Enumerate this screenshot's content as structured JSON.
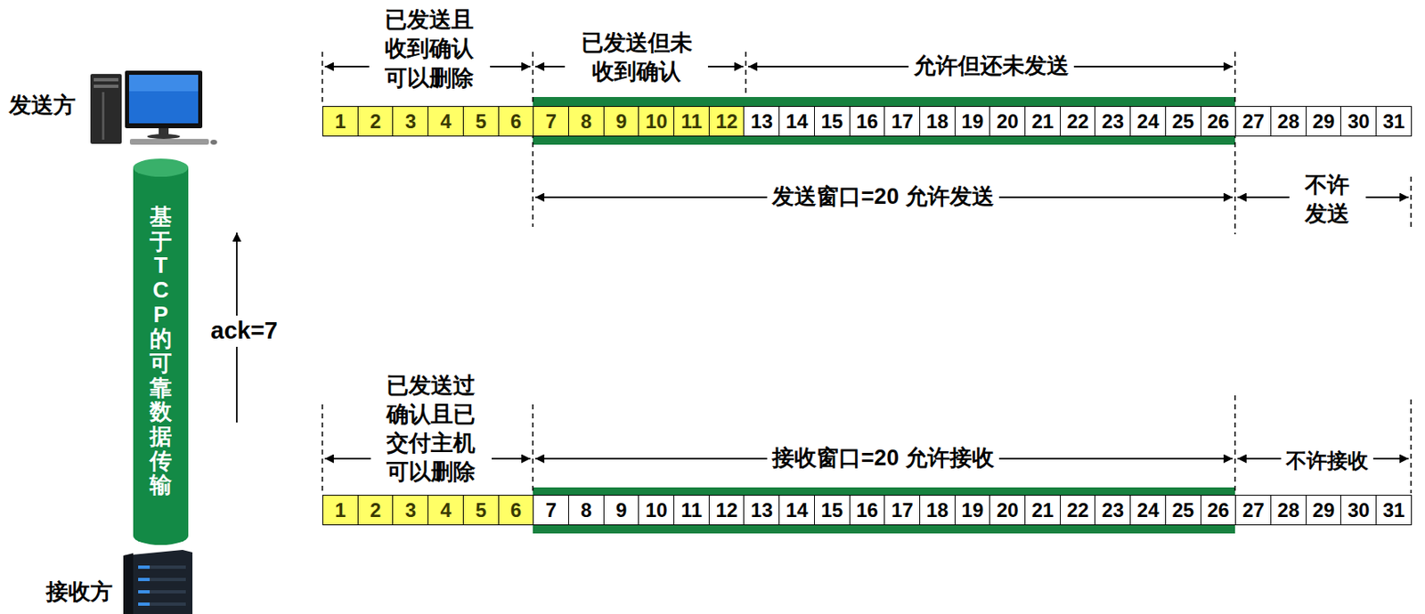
{
  "diagram": {
    "nodes": [
      {
        "text": [
          "1"
        ]
      },
      {
        "text": [
          "2"
        ]
      },
      {
        "text": [
          "3"
        ]
      },
      {
        "text": [
          "4"
        ]
      },
      {
        "text": [
          "5"
        ]
      },
      {
        "text": [
          "6"
        ]
      },
      {
        "text": [
          "7"
        ]
      },
      {
        "text": [
          "8"
        ]
      },
      {
        "text": [
          "9"
        ]
      },
      {
        "text": [
          "10"
        ]
      },
      {
        "text": [
          "11"
        ]
      },
      {
        "text": [
          "12"
        ]
      },
      {
        "text": [
          "13"
        ]
      },
      {
        "text": [
          "14"
        ]
      },
      {
        "text": [
          "15"
        ]
      },
      {
        "text": [
          "16"
        ]
      },
      {
        "text": [
          "17"
        ]
      },
      {
        "text": [
          "18"
        ]
      },
      {
        "text": [
          "19"
        ]
      },
      {
        "text": [
          "20"
        ]
      },
      {
        "text": [
          "21"
        ]
      },
      {
        "text": [
          "22"
        ]
      },
      {
        "text": [
          "23"
        ]
      },
      {
        "text": [
          "24"
        ]
      },
      {
        "text": [
          "25"
        ]
      },
      {
        "text": [
          "26"
        ]
      },
      {
        "text": [
          "27"
        ]
      },
      {
        "text": [
          "28"
        ]
      },
      {
        "text": [
          "29"
        ]
      },
      {
        "text": [
          "30"
        ]
      },
      {
        "text": [
          "31"
        ]
      },
      {
        "text": [
          "基于TCP的可靠数据传输"
        ]
      },
      {
        "text": [
          "1"
        ]
      },
      {
        "text": [
          "2"
        ]
      },
      {
        "text": [
          "3"
        ]
      },
      {
        "text": [
          "4"
        ]
      },
      {
        "text": [
          "5"
        ]
      },
      {
        "text": [
          "6"
        ]
      },
      {
        "text": [
          "7"
        ]
      },
      {
        "text": [
          "8"
        ]
      },
      {
        "text": [
          "9"
        ]
      },
      {
        "text": [
          "10"
        ]
      },
      {
        "text": [
          "11"
        ]
      },
      {
        "text": [
          "12"
        ]
      },
      {
        "text": [
          "13"
        ]
      },
      {
        "text": [
          "14"
        ]
      },
      {
        "text": [
          "15"
        ]
      },
      {
        "text": [
          "16"
        ]
      },
      {
        "text": [
          "17"
        ]
      },
      {
        "text": [
          "18"
        ]
      },
      {
        "text": [
          "19"
        ]
      },
      {
        "text": [
          "20"
        ]
      },
      {
        "text": [
          "21"
        ]
      },
      {
        "text": [
          "22"
        ]
      },
      {
        "text": [
          "23"
        ]
      },
      {
        "text": [
          "24"
        ]
      },
      {
        "text": [
          "25"
        ]
      },
      {
        "text": [
          "26"
        ]
      },
      {
        "text": [
          "27"
        ]
      },
      {
        "text": [
          "28"
        ]
      },
      {
        "text": [
          "29"
        ]
      },
      {
        "text": [
          "30"
        ]
      },
      {
        "text": [
          "31"
        ]
      }
    ],
    "labels": [
      "已发送且 收到确认 可以删除",
      "已发送但未 收到确认",
      "允许但还未发送",
      "发送方",
      "发送窗口=20 允许发送",
      "不许 发送",
      "ack=7",
      "已发送过 确认且已 交付主机 可以删除",
      "接收窗口=20 允许接收",
      "不许接收",
      "接收方"
    ]
  }
}
